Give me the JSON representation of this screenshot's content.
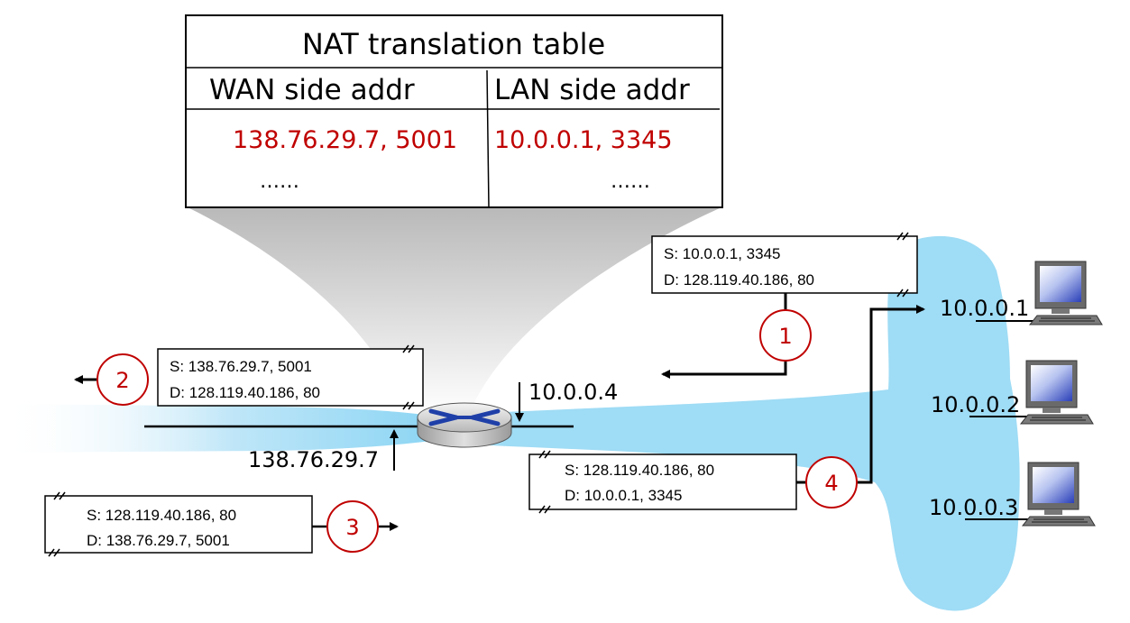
{
  "nat_table": {
    "title": "NAT translation table",
    "col_wan": "WAN side addr",
    "col_lan": "LAN side addr",
    "row_wan": "138.76.29.7, 5001",
    "row_lan": "10.0.0.1, 3345",
    "more_wan": "……",
    "more_lan": "……",
    "entry_color": "#c00000"
  },
  "packets": {
    "p1": {
      "src": "S: 10.0.0.1, 3345",
      "dst": "D: 128.119.40.186, 80"
    },
    "p2": {
      "src": "S: 138.76.29.7, 5001",
      "dst": "D: 128.119.40.186, 80"
    },
    "p3": {
      "src": "S: 128.119.40.186, 80",
      "dst": "D: 138.76.29.7, 5001"
    },
    "p4": {
      "src": "S: 128.119.40.186, 80",
      "dst": "D: 10.0.0.1, 3345"
    }
  },
  "steps": [
    "1",
    "2",
    "3",
    "4"
  ],
  "router": {
    "lan_addr": "10.0.0.4",
    "wan_addr": "138.76.29.7",
    "icon": "router-icon",
    "color": "#1f3fa8"
  },
  "hosts": [
    {
      "addr": "10.0.0.1",
      "icon": "computer-icon"
    },
    {
      "addr": "10.0.0.2",
      "icon": "computer-icon"
    },
    {
      "addr": "10.0.0.3",
      "icon": "computer-icon"
    }
  ],
  "colors": {
    "lan_cloud": "#9fdcf5",
    "step_circle": "#c00000"
  }
}
